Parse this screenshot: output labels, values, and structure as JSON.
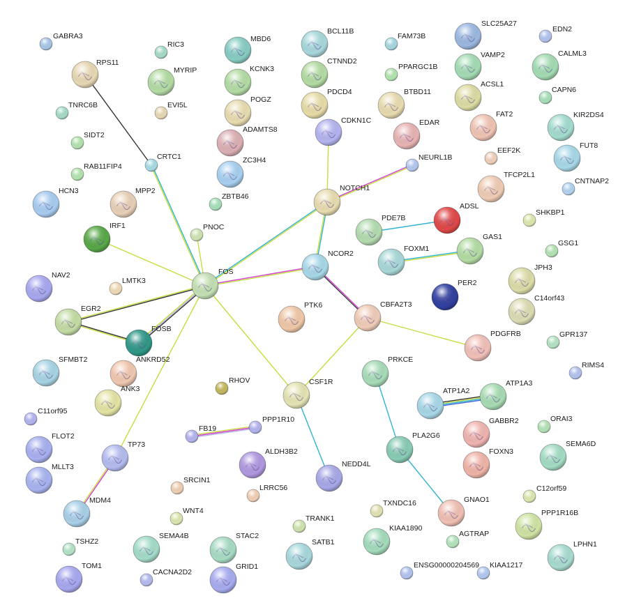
{
  "nodes": [
    {
      "id": "GABRA3",
      "color": "#a8c8e8"
    },
    {
      "id": "RIC3",
      "color": "#a8dcc8"
    },
    {
      "id": "MBD6",
      "color": "#88ccc4"
    },
    {
      "id": "BCL11B",
      "color": "#a8d8dc"
    },
    {
      "id": "FAM73B",
      "color": "#a8d8e0"
    },
    {
      "id": "SLC25A27",
      "color": "#9cb8e0"
    },
    {
      "id": "EDN2",
      "color": "#b4c4f0"
    },
    {
      "id": "RPS11",
      "color": "#e8d8b4"
    },
    {
      "id": "MYRIP",
      "color": "#b4dca4"
    },
    {
      "id": "KCNK3",
      "color": "#b4dca4"
    },
    {
      "id": "CTNND2",
      "color": "#b4dca4"
    },
    {
      "id": "PPARGC1B",
      "color": "#b4e4b0"
    },
    {
      "id": "VAMP2",
      "color": "#a4dcb4"
    },
    {
      "id": "CALML3",
      "color": "#a4dcb4"
    },
    {
      "id": "ACSL1",
      "color": "#dcdca4"
    },
    {
      "id": "POGZ",
      "color": "#e8dcb0"
    },
    {
      "id": "PDCD4",
      "color": "#e8dca8"
    },
    {
      "id": "BTBD11",
      "color": "#e8dcb0"
    },
    {
      "id": "CAPN6",
      "color": "#a8e0bc"
    },
    {
      "id": "TNRC6B",
      "color": "#a8dcc8"
    },
    {
      "id": "EVI5L",
      "color": "#e8d8b4"
    },
    {
      "id": "CDKN1C",
      "color": "#b4b4f0"
    },
    {
      "id": "KIR2DS4",
      "color": "#a4dcd0"
    },
    {
      "id": "FAT2",
      "color": "#f0c4b4"
    },
    {
      "id": "ADAMTS8",
      "color": "#dcb0b4"
    },
    {
      "id": "EDAR",
      "color": "#e8b4b4"
    },
    {
      "id": "SIDT2",
      "color": "#b4e4b0"
    },
    {
      "id": "FUT8",
      "color": "#a8d8e8"
    },
    {
      "id": "CRTC1",
      "color": "#a8dce4"
    },
    {
      "id": "ZC3H4",
      "color": "#a8d0f0"
    },
    {
      "id": "EEF2K",
      "color": "#f0d0bc"
    },
    {
      "id": "NEURL1B",
      "color": "#b4c8f0"
    },
    {
      "id": "RAB11FIP4",
      "color": "#b4e4b0"
    },
    {
      "id": "TFCP2L1",
      "color": "#f0ccb4"
    },
    {
      "id": "CNTNAP2",
      "color": "#b4d4f0"
    },
    {
      "id": "HCN3",
      "color": "#a8ccf0"
    },
    {
      "id": "MPP2",
      "color": "#e8d0b8"
    },
    {
      "id": "ZBTB46",
      "color": "#a8e0bc"
    },
    {
      "id": "NOTCH1",
      "color": "#e8dcb0"
    },
    {
      "id": "SHKBP1",
      "color": "#dce8b0"
    },
    {
      "id": "IRF1",
      "color": "#58a848"
    },
    {
      "id": "PDE7B",
      "color": "#b4dcb0"
    },
    {
      "id": "ADSL",
      "color": "#e04848"
    },
    {
      "id": "PNOC",
      "color": "#d0e4b4"
    },
    {
      "id": "GAS1",
      "color": "#b4dca4"
    },
    {
      "id": "GSG1",
      "color": "#b4e4b4"
    },
    {
      "id": "FOXM1",
      "color": "#a8d8d8"
    },
    {
      "id": "NCOR2",
      "color": "#a8d8e8"
    },
    {
      "id": "FOS",
      "color": "#c4e0b4"
    },
    {
      "id": "JPH3",
      "color": "#dcdca8"
    },
    {
      "id": "NAV2",
      "color": "#a8a8f0"
    },
    {
      "id": "LMTK3",
      "color": "#f0dcb8"
    },
    {
      "id": "PER2",
      "color": "#3040a0"
    },
    {
      "id": "C14orf43",
      "color": "#dcdcb4"
    },
    {
      "id": "PTK6",
      "color": "#f0c8a8"
    },
    {
      "id": "CBFA2T3",
      "color": "#f0ccb8"
    },
    {
      "id": "EGR2",
      "color": "#c4dca4"
    },
    {
      "id": "FOSB",
      "color": "#309888"
    },
    {
      "id": "GPR137",
      "color": "#b4e4c4"
    },
    {
      "id": "PDGFRB",
      "color": "#f0c0b8"
    },
    {
      "id": "ANKRD52",
      "color": "#f0c8b0"
    },
    {
      "id": "SFMBT2",
      "color": "#a8d4e4"
    },
    {
      "id": "PRKCE",
      "color": "#a8dcb8"
    },
    {
      "id": "RIMS4",
      "color": "#b4c4f0"
    },
    {
      "id": "ANK3",
      "color": "#e4e4a4"
    },
    {
      "id": "RHOV",
      "color": "#c4b860"
    },
    {
      "id": "CSF1R",
      "color": "#e4e4b4"
    },
    {
      "id": "ATP1A2",
      "color": "#a8d8e8"
    },
    {
      "id": "ATP1A3",
      "color": "#a8dcb4"
    },
    {
      "id": "C11orf95",
      "color": "#b4b4f0"
    },
    {
      "id": "FB19",
      "color": "#b4b4f0"
    },
    {
      "id": "PPP1R10",
      "color": "#b4b4f0"
    },
    {
      "id": "ORAI3",
      "color": "#b4e4b8"
    },
    {
      "id": "GABBR2",
      "color": "#f0b4b0"
    },
    {
      "id": "FLOT2",
      "color": "#a8b0f0"
    },
    {
      "id": "PLA2G6",
      "color": "#88ccb4"
    },
    {
      "id": "SEMA6D",
      "color": "#a4dcc4"
    },
    {
      "id": "TP73",
      "color": "#b4bcf0"
    },
    {
      "id": "ALDH3B2",
      "color": "#b098e0"
    },
    {
      "id": "FOXN3",
      "color": "#f0b4a8"
    },
    {
      "id": "MLLT3",
      "color": "#a8b4f0"
    },
    {
      "id": "SRCIN1",
      "color": "#f0d0b4"
    },
    {
      "id": "LRRC56",
      "color": "#f0d0b4"
    },
    {
      "id": "NEDD4L",
      "color": "#a8a8e8"
    },
    {
      "id": "C12orf59",
      "color": "#dce8b0"
    },
    {
      "id": "MDM4",
      "color": "#a8d0e8"
    },
    {
      "id": "GNAO1",
      "color": "#f0c0b4"
    },
    {
      "id": "WNT4",
      "color": "#dce8b0"
    },
    {
      "id": "TXNDC16",
      "color": "#e4e4b4"
    },
    {
      "id": "PPP1R16B",
      "color": "#d0e4a4"
    },
    {
      "id": "TRANK1",
      "color": "#d0e4b0"
    },
    {
      "id": "SEMA4B",
      "color": "#a4dcc8"
    },
    {
      "id": "STAC2",
      "color": "#a8dcc4"
    },
    {
      "id": "KIAA1890",
      "color": "#a4dcbc"
    },
    {
      "id": "AGTRAP",
      "color": "#b4e4bc"
    },
    {
      "id": "TSHZ2",
      "color": "#b4e4c8"
    },
    {
      "id": "LPHN1",
      "color": "#a8dcd0"
    },
    {
      "id": "SATB1",
      "color": "#a8d8dc"
    },
    {
      "id": "TOM1",
      "color": "#a8a8f0"
    },
    {
      "id": "CACNA2D2",
      "color": "#b4bcf0"
    },
    {
      "id": "GRID1",
      "color": "#a8acf0"
    },
    {
      "id": "ENSG00000204569",
      "color": "#b4c4f0"
    },
    {
      "id": "KIAA1217",
      "color": "#b4c8f0"
    }
  ],
  "edges": [
    {
      "source": "RPS11",
      "target": "CRTC1",
      "colors": [
        "#333333"
      ]
    },
    {
      "source": "CRTC1",
      "target": "FOS",
      "colors": [
        "#30b4d0",
        "#c8dc40"
      ]
    },
    {
      "source": "FOS",
      "target": "NOTCH1",
      "colors": [
        "#30b4d0",
        "#c8dc40"
      ]
    },
    {
      "source": "NOTCH1",
      "target": "CDKN1C",
      "colors": [
        "#c8dc40"
      ]
    },
    {
      "source": "NOTCH1",
      "target": "NEURL1B",
      "colors": [
        "#d040d0",
        "#c8dc40"
      ]
    },
    {
      "source": "NOTCH1",
      "target": "NCOR2",
      "colors": [
        "#30b4d0",
        "#c8dc40"
      ]
    },
    {
      "source": "FOS",
      "target": "NCOR2",
      "colors": [
        "#d040d0",
        "#c8dc40"
      ]
    },
    {
      "source": "NCOR2",
      "target": "CBFA2T3",
      "colors": [
        "#d040d0",
        "#333333"
      ]
    },
    {
      "source": "CBFA2T3",
      "target": "PDGFRB",
      "colors": [
        "#c8dc40"
      ]
    },
    {
      "source": "CBFA2T3",
      "target": "CSF1R",
      "colors": [
        "#c8dc40"
      ]
    },
    {
      "source": "FOS",
      "target": "CSF1R",
      "colors": [
        "#c8dc40"
      ]
    },
    {
      "source": "CSF1R",
      "target": "NEDD4L",
      "colors": [
        "#30b4d0"
      ]
    },
    {
      "source": "FOS",
      "target": "IRF1",
      "colors": [
        "#c8dc40"
      ]
    },
    {
      "source": "FOS",
      "target": "PNOC",
      "colors": [
        "#c8dc40"
      ]
    },
    {
      "source": "FOS",
      "target": "EGR2",
      "colors": [
        "#333333",
        "#c8dc40"
      ]
    },
    {
      "source": "FOS",
      "target": "FOSB",
      "colors": [
        "#333333",
        "#b4b4e0",
        "#c8dc40"
      ]
    },
    {
      "source": "FOS",
      "target": "TP73",
      "colors": [
        "#c8dc40"
      ]
    },
    {
      "source": "EGR2",
      "target": "FOSB",
      "colors": [
        "#333333",
        "#c8dc40"
      ]
    },
    {
      "source": "TP73",
      "target": "MDM4",
      "colors": [
        "#d040d0",
        "#c8dc40"
      ]
    },
    {
      "source": "PDE7B",
      "target": "ADSL",
      "colors": [
        "#30b4d0"
      ]
    },
    {
      "source": "FOXM1",
      "target": "GAS1",
      "colors": [
        "#30b4d0",
        "#c8dc40"
      ]
    },
    {
      "source": "FB19",
      "target": "PPP1R10",
      "colors": [
        "#c8dc40",
        "#d040d0",
        "#b4b4e0"
      ]
    },
    {
      "source": "ATP1A2",
      "target": "ATP1A3",
      "colors": [
        "#333333",
        "#c8dc40",
        "#30b4d0",
        "#4060e0"
      ]
    },
    {
      "source": "PRKCE",
      "target": "PLA2G6",
      "colors": [
        "#30b4d0"
      ]
    },
    {
      "source": "PLA2G6",
      "target": "GNAO1",
      "colors": [
        "#30b4d0"
      ]
    }
  ]
}
